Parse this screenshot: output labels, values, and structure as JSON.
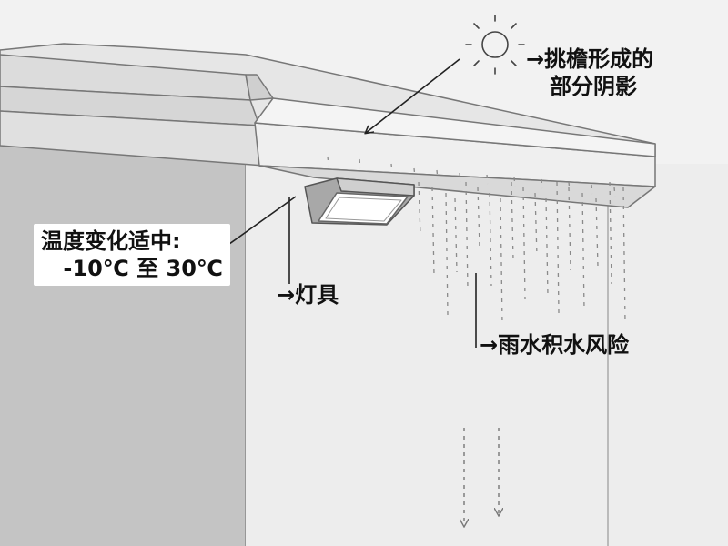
{
  "labels": {
    "temperature_line1": "温度变化适中:",
    "temperature_line2": "-10℃ 至 30℃",
    "eave_shadow_line1": "→挑檐形成的",
    "eave_shadow_line2": "部分阴影",
    "lamp": "→灯具",
    "rain": "→雨水积水风险"
  },
  "icons": [
    "sun-icon",
    "arrow-icon"
  ],
  "colors": {
    "background": "#f2f2f2",
    "wall_dark": "#c4c4c4",
    "wall_light": "#eeeeee",
    "roof": "#e9e9e9",
    "line": "#333333",
    "rain": "#888888"
  }
}
